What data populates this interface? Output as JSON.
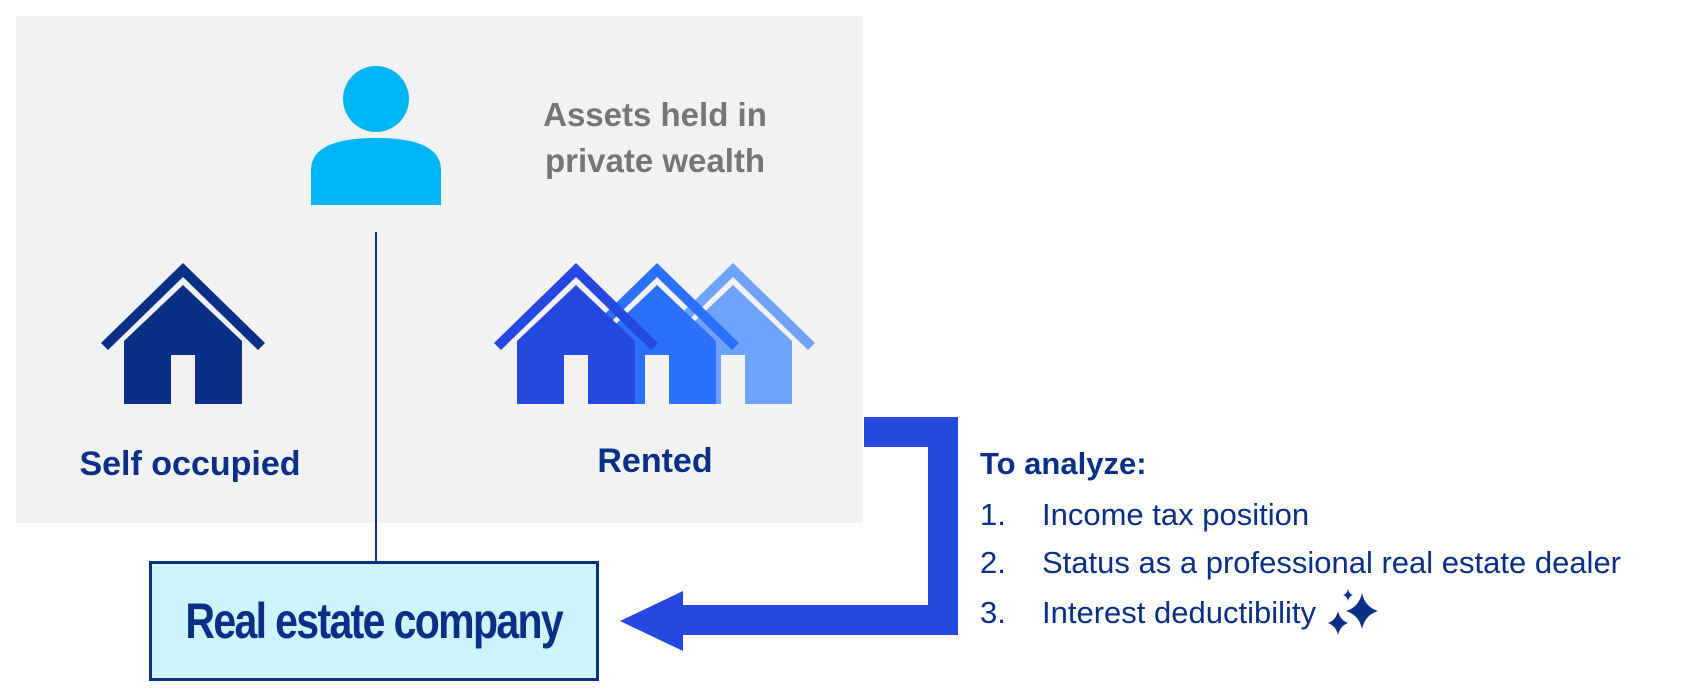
{
  "panel": {
    "title": "Assets held in private wealth"
  },
  "houses": {
    "self_label": "Self occupied",
    "rented_label": "Rented"
  },
  "company": {
    "label": "Real estate company"
  },
  "analyze": {
    "title": "To analyze:",
    "items": [
      {
        "num": "1.",
        "text": "Income tax position"
      },
      {
        "num": "2.",
        "text": "Status as a professional real estate dealer"
      },
      {
        "num": "3.",
        "text": "Interest deductibility"
      }
    ]
  },
  "colors": {
    "person": "#00b5f3",
    "dark_blue": "#0a2f87",
    "house_1": "#2448e0",
    "house_2": "#2b70fa",
    "house_3": "#6fa3fb",
    "arrow": "#2448e0",
    "company_fill": "#cdf3fb",
    "panel_bg": "#f2f2f2",
    "panel_title": "#767676"
  },
  "icons": {
    "person": "person-icon",
    "self_house": "house-icon",
    "rented_houses": "houses-icon",
    "arrow": "arrow-icon",
    "sparkle": "sparkle-icon"
  }
}
